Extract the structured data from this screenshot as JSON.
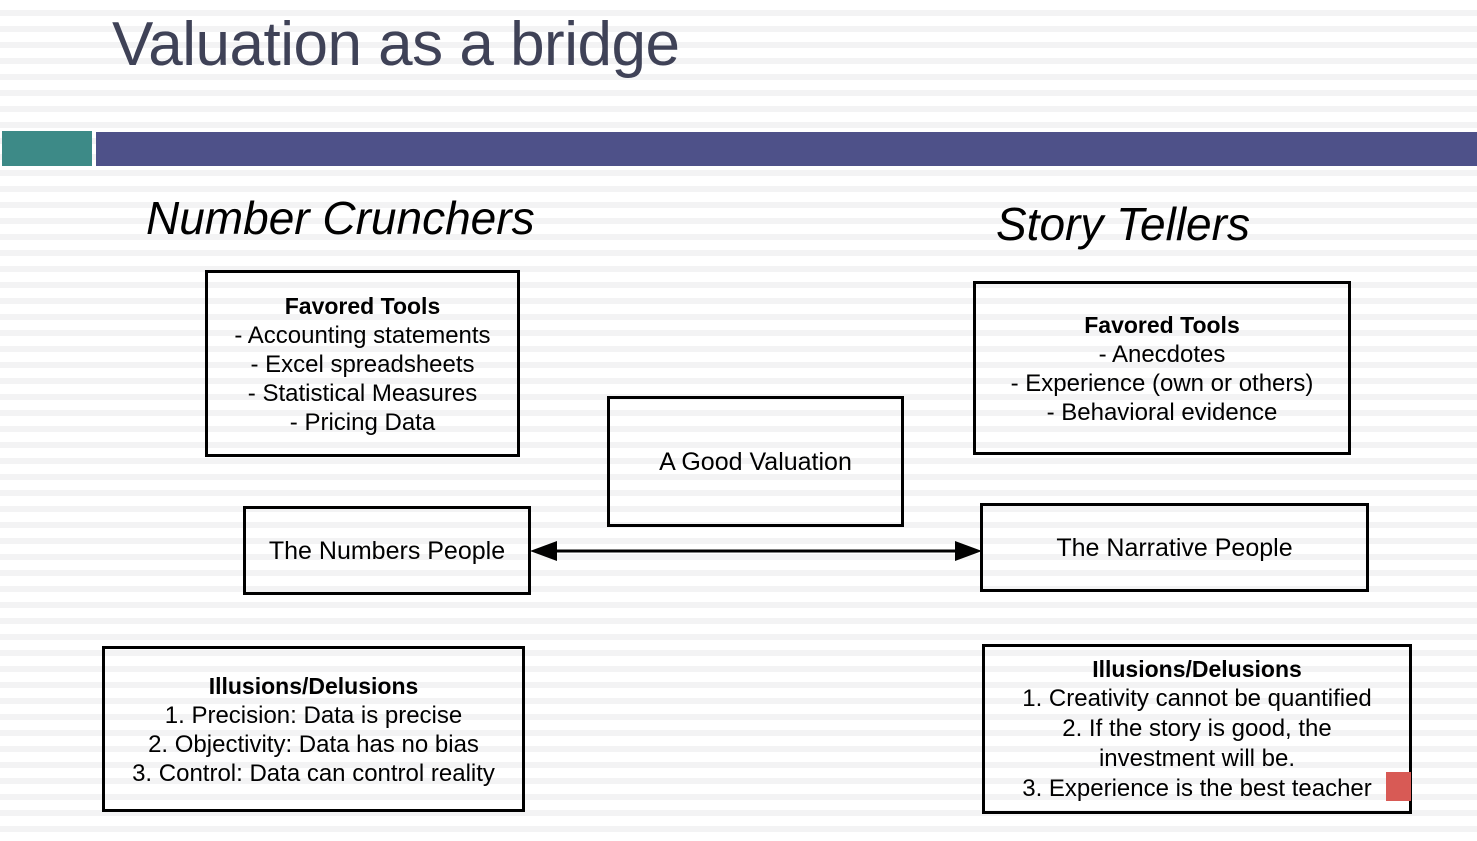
{
  "slide": {
    "title": "Valuation as a bridge",
    "title_color": "#3f4257",
    "accent_bar_color": "#3d8a87",
    "main_bar_color": "#4e5189",
    "marker_color": "#d85a55"
  },
  "columns": {
    "left_heading": "Number Crunchers",
    "right_heading": "Story Tellers"
  },
  "left": {
    "tools": {
      "title": "Favored Tools",
      "lines": [
        "- Accounting statements",
        "- Excel spreadsheets",
        "- Statistical Measures",
        "- Pricing Data"
      ]
    },
    "people_label": "The Numbers People",
    "illusions": {
      "title": "Illusions/Delusions",
      "lines": [
        "1. Precision: Data is precise",
        "2. Objectivity: Data has no bias",
        "3. Control: Data can control reality"
      ]
    }
  },
  "right": {
    "tools": {
      "title": "Favored Tools",
      "lines": [
        "- Anecdotes",
        "- Experience (own or others)",
        "- Behavioral evidence"
      ]
    },
    "people_label": "The Narrative People",
    "illusions": {
      "title": "Illusions/Delusions",
      "lines": [
        "1. Creativity cannot be quantified",
        "2. If the story is good, the",
        "investment will be.",
        "3. Experience is the best teacher"
      ]
    }
  },
  "center": {
    "valuation_label": "A Good Valuation"
  },
  "connector": {
    "name": "double-headed-arrow"
  }
}
